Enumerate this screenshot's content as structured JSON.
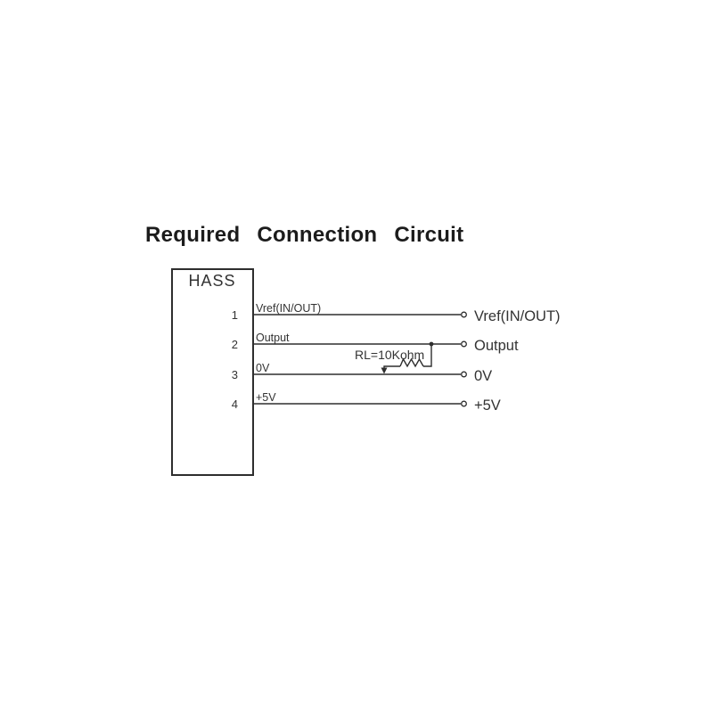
{
  "title": "Required Connection Circuit",
  "component": {
    "name": "HASS"
  },
  "pins": [
    {
      "number": "1",
      "wire_label": "Vref(IN/OUT)",
      "terminal_label": "Vref(IN/OUT)"
    },
    {
      "number": "2",
      "wire_label": "Output",
      "terminal_label": "Output"
    },
    {
      "number": "3",
      "wire_label": "0V",
      "terminal_label": "0V"
    },
    {
      "number": "4",
      "wire_label": "+5V",
      "terminal_label": "+5V"
    }
  ],
  "resistor": {
    "label": "RL=10Kohm"
  },
  "colors": {
    "background": "#ffffff",
    "line": "#2e2e2e",
    "text": "#333333",
    "title": "#1c1c1c"
  }
}
